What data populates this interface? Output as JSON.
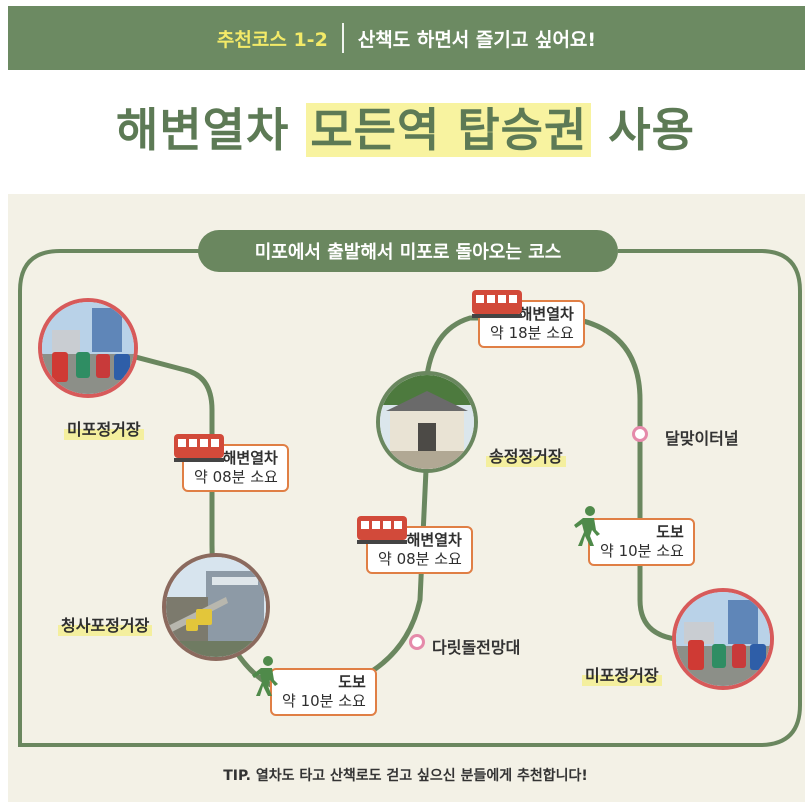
{
  "header": {
    "course_label": "추천코스 1-2",
    "course_desc": "산책도 하면서 즐기고 싶어요!"
  },
  "title": {
    "part1": "해변열차",
    "highlight": "모든역 탑승권",
    "part2": "사용"
  },
  "route_banner": "미포에서 출발해서 미포로 돌아오는 코스",
  "stations": {
    "mipo_start": "미포정거장",
    "cheongsapo": "청사포정거장",
    "songjeong": "송정정거장",
    "mipo_end": "미포정거장"
  },
  "spots": {
    "daritdol": "다릿돌전망대",
    "dalmaji": "달맞이터널"
  },
  "legs": [
    {
      "mode": "해변열차",
      "duration": "약 08분 소요"
    },
    {
      "mode": "도보",
      "duration": "약 10분 소요"
    },
    {
      "mode": "해변열차",
      "duration": "약 08분 소요"
    },
    {
      "mode": "해변열차",
      "duration": "약 18분 소요"
    },
    {
      "mode": "도보",
      "duration": "약 10분 소요"
    }
  ],
  "icons": {
    "train": "train-icon",
    "walker": "walking-person-icon",
    "marker": "pink-circle-marker"
  },
  "colors": {
    "green": "#6a875f",
    "orange": "#e07f45",
    "red": "#d75a5a",
    "pink": "#e58aaa",
    "highlight": "#f4ef9e"
  },
  "tip": "TIP. 열차도 타고 산책로도 걷고 싶으신 분들에게 추천합니다!"
}
